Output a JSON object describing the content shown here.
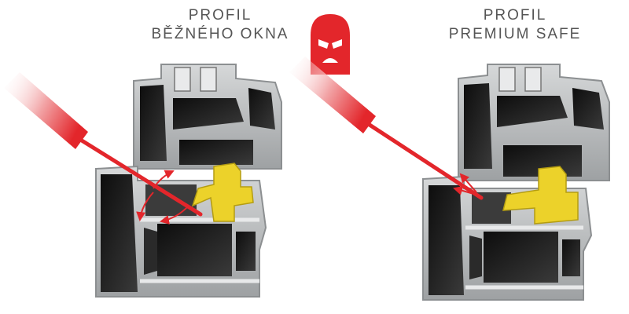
{
  "left_profile": {
    "title_line1": "PROFIL",
    "title_line2": "BĚŽNÉHO OKNA"
  },
  "right_profile": {
    "title_line1": "PROFIL",
    "title_line2": "PREMIUM SAFE"
  },
  "badge": {
    "icon": "burglar-mask-icon",
    "color": "#e3262b"
  },
  "colors": {
    "screwdriver": "#e3262b",
    "lock_hardware": "#ecd22a",
    "profile_frame": "#b9bcbe",
    "profile_chamber": "#1a1a1a",
    "title_text": "#555555"
  }
}
